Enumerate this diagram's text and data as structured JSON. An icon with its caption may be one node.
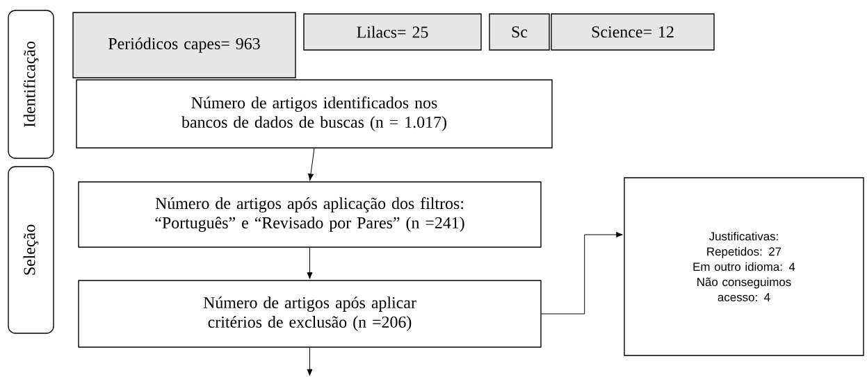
{
  "diagram": {
    "nodes": [
      {
        "text": [
          "Identificação"
        ]
      },
      {
        "text": [
          "Seleção"
        ]
      },
      {
        "text": [
          "Periódicos capes= 963"
        ]
      },
      {
        "text": [
          "Lilacs= 25"
        ]
      },
      {
        "text": [
          "Sc"
        ]
      },
      {
        "text": [
          "Science= 12"
        ]
      },
      {
        "text": [
          "Número de artigos identificados nos bancos de dados de buscas (n = 1.017)"
        ]
      },
      {
        "text": [
          "Número de artigos após aplicação dos filtros: “Português” e “Revisado por Pares” (n =241)"
        ]
      },
      {
        "text": [
          "Número de artigos após aplicar critérios de exclusão (n =206)"
        ]
      },
      {
        "text": [
          "Justificativas:",
          "Repetidos: 27",
          "Em outro idioma: 4",
          "Não conseguimos acesso: 4"
        ]
      }
    ],
    "edges": [
      {
        "from": 6,
        "to": 7,
        "arrow": "to"
      },
      {
        "from": 7,
        "to": 8,
        "arrow": "to"
      },
      {
        "from": 8,
        "to": 9,
        "arrow": "to"
      },
      {
        "from": 8,
        "to": null,
        "arrow": "to"
      }
    ]
  }
}
